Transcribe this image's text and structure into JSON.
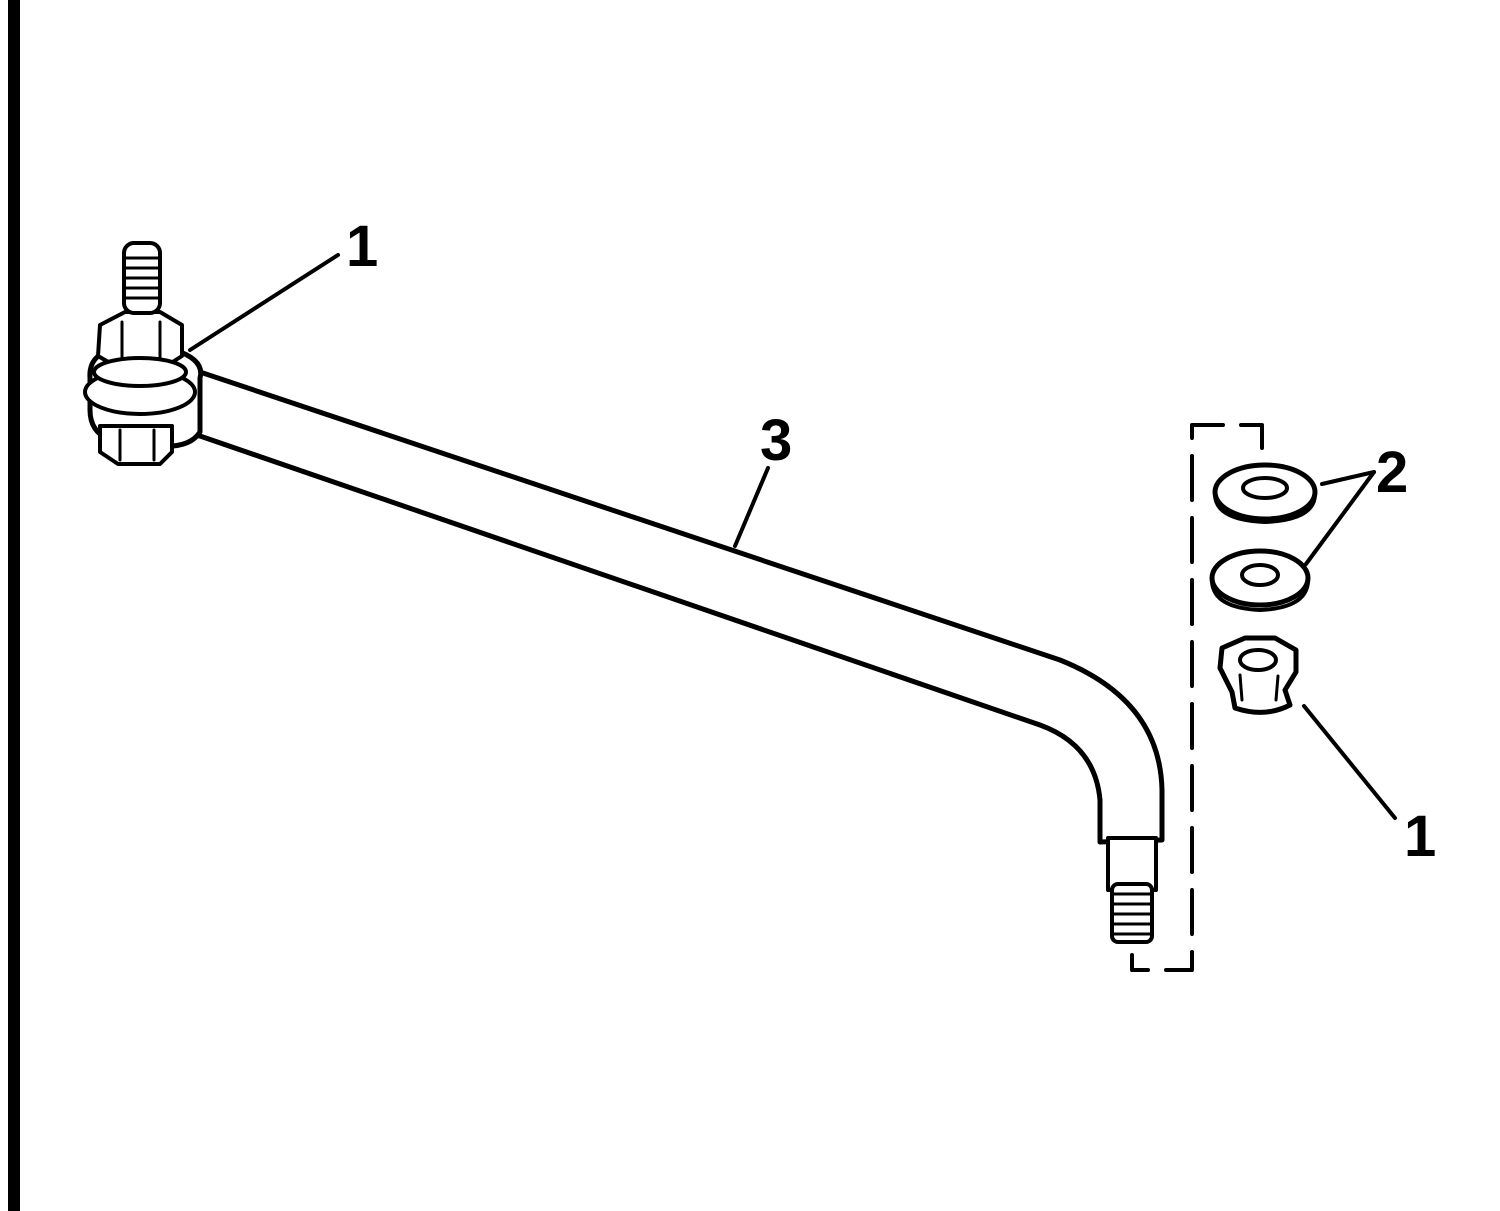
{
  "diagram": {
    "colors": {
      "ink": "#000000",
      "paper": "#ffffff"
    },
    "callouts": [
      {
        "id": "callout-1-top",
        "label": "1"
      },
      {
        "id": "callout-3",
        "label": "3"
      },
      {
        "id": "callout-2",
        "label": "2"
      },
      {
        "id": "callout-1-bottom",
        "label": "1"
      }
    ],
    "parts": [
      {
        "id": "tie-bar",
        "icon": "steering-link-rod-icon"
      },
      {
        "id": "washer-upper",
        "icon": "washer-icon"
      },
      {
        "id": "washer-lower",
        "icon": "washer-icon"
      },
      {
        "id": "locknut",
        "icon": "hex-nut-icon"
      }
    ]
  }
}
